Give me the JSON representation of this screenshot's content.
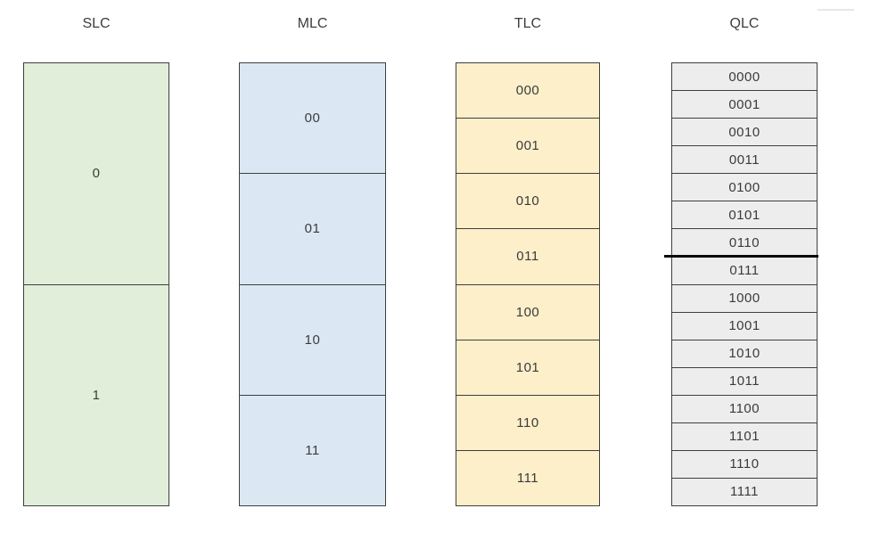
{
  "diagram": {
    "description": "NAND flash cell types: bits stored per cell",
    "columns": [
      {
        "id": "slc",
        "title": "SLC",
        "fill": "#e0eeda",
        "cells": [
          "0",
          "1"
        ]
      },
      {
        "id": "mlc",
        "title": "MLC",
        "fill": "#dbe8f4",
        "cells": [
          "00",
          "01",
          "10",
          "11"
        ]
      },
      {
        "id": "tlc",
        "title": "TLC",
        "fill": "#fcefca",
        "cells": [
          "000",
          "001",
          "010",
          "011",
          "100",
          "101",
          "110",
          "111"
        ]
      },
      {
        "id": "qlc",
        "title": "QLC",
        "fill": "#ededed",
        "cells": [
          "0000",
          "0001",
          "0010",
          "0011",
          "0100",
          "0101",
          "0110",
          "0111",
          "1000",
          "1001",
          "1010",
          "1011",
          "1100",
          "1101",
          "1110",
          "1111"
        ],
        "thick_divider_after": "0110"
      }
    ],
    "colors": {
      "background": "#ffffff",
      "border": "#3f3f3f",
      "cell_text": "#3b3b3b",
      "title_text": "#3d3d3d",
      "thick_divider": "#0a0a0a",
      "artifact_line": "#e8e8e8"
    }
  }
}
